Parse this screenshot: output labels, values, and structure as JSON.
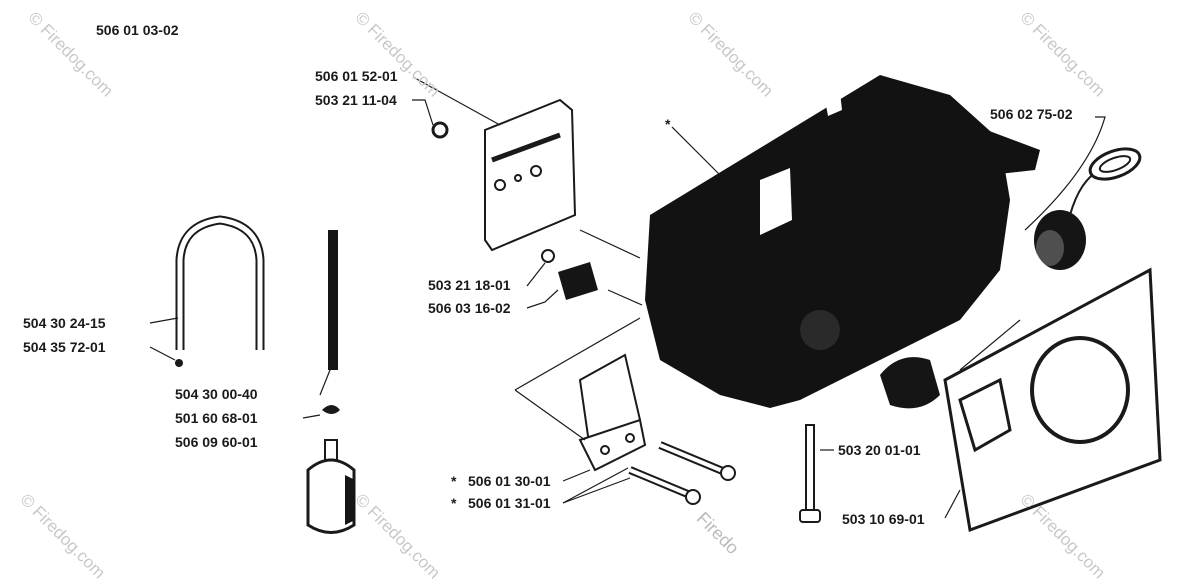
{
  "diagram": {
    "assembly_number": "506 01 03-02",
    "watermark": "© Firedog.com",
    "watermark_partial": "Firedo",
    "part_labels": {
      "p1": "506 01 52-01",
      "p2": "503 21 11-04",
      "p3": "506 02 75-02",
      "p4": "503 21 18-01",
      "p5": "506 03 16-02",
      "p6": "504 30 24-15",
      "p7": "504 35 72-01",
      "p8": "504 30 00-40",
      "p9": "501 60 68-01",
      "p10": "506 09 60-01",
      "p11": "503 20 01-01",
      "p12": "503 10 69-01",
      "p13": "506 01 30-01",
      "p14": "506 01 31-01"
    },
    "marker": "*"
  }
}
